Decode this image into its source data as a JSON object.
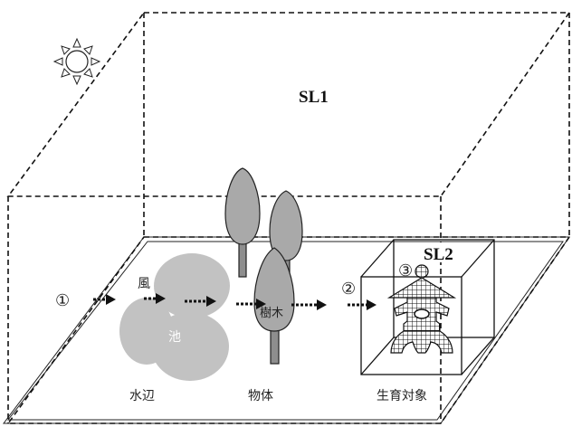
{
  "labels": {
    "sl1": "SL1",
    "sl2": "SL2",
    "step1": "①",
    "step2": "②",
    "step3": "③",
    "wind": "風",
    "pond": "池",
    "trees": "樹木",
    "waterside": "水辺",
    "object": "物体",
    "target": "生育対象"
  },
  "colors": {
    "pond": "#c2c2c2",
    "tree": "#a9a9a9",
    "trunk": "#8e8e8e",
    "line": "#111111"
  },
  "icons": {
    "sun": "sun-icon",
    "arrow": "wind-arrow-icon",
    "plant": "plant-target-icon"
  }
}
